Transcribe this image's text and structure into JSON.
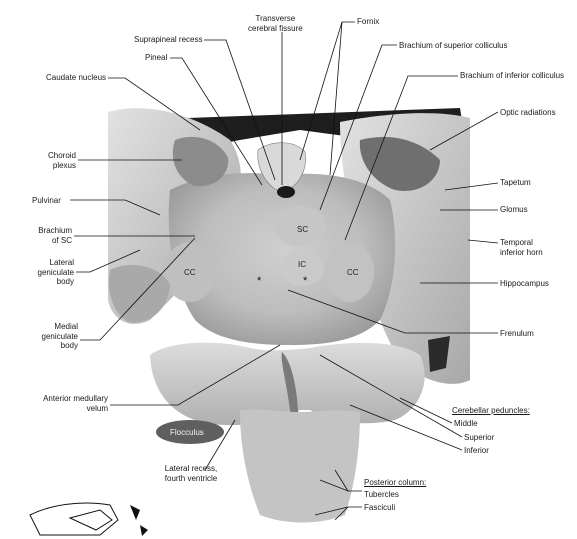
{
  "labels": {
    "transverse_cerebral_fissure": "Transverse\ncerebral fissure",
    "fornix": "Fornix",
    "suprapineal_recess": "Suprapineal recess",
    "brachium_superior_colliculus": "Brachium of superior colliculus",
    "pineal": "Pineal",
    "brachium_inferior_colliculus": "Brachium of inferior colliculus",
    "caudate_nucleus": "Caudate nucleus",
    "optic_radiations": "Optic radiations",
    "choroid_plexus": "Choroid\nplexus",
    "tapetum": "Tapetum",
    "pulvinar": "Pulvinar",
    "glomus": "Glomus",
    "brachium_sc": "Brachium\nof SC",
    "sc": "SC",
    "temporal_inferior_horn": "Temporal\ninferior horn",
    "lateral_geniculate_body": "Lateral\ngeniculate\nbody",
    "ic": "IC",
    "cc_left": "CC",
    "cc_right": "CC",
    "hippocampus": "Hippocampus",
    "medial_geniculate_body": "Medial\ngeniculate\nbody",
    "frenulum": "Frenulum",
    "anterior_medullary_velum": "Anterior medullary\nvelum",
    "cerebellar_peduncles": "Cerebellar peduncles:",
    "middle": "Middle",
    "superior": "Superior",
    "flocculus": "Flocculus",
    "inferior": "Inferior",
    "lateral_recess": "Lateral recess,\nfourth ventricle",
    "posterior_column": "Posterior column:",
    "tubercles": "Tubercles",
    "fasciculi": "Fasciculi",
    "asterisk": "*"
  },
  "colors": {
    "background": "#ffffff",
    "tissue_light": "#d8d8d8",
    "tissue_mid": "#b9b9b9",
    "tissue_dark": "#7a7a7a",
    "shadow": "#2a2a2a",
    "leader_line": "#111111"
  }
}
